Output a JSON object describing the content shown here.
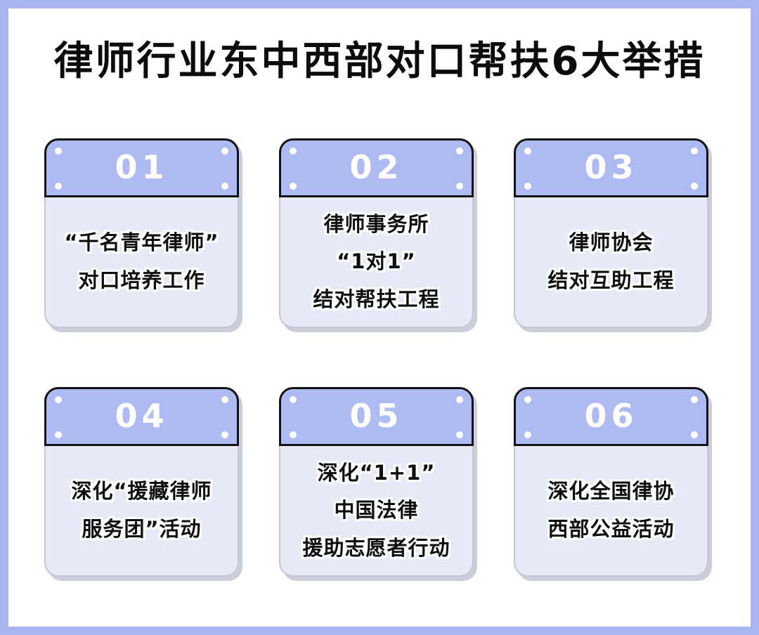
{
  "page": {
    "title": "律师行业东中西部对口帮扶6大举措"
  },
  "colors": {
    "frame_border": "#aab6f0",
    "card_header_bg": "#aebaf2",
    "card_body_bg": "#e7e9f7",
    "card_header_border": "#131313",
    "card_body_border": "#c5c6d4",
    "card_shadow": "#cbcdda",
    "number_color": "#ffffff",
    "text_color": "#0e0e0e"
  },
  "cards": [
    {
      "number": "01",
      "lines": [
        "“千名青年律师”",
        "对口培养工作"
      ]
    },
    {
      "number": "02",
      "lines": [
        "律师事务所",
        "“1对1”",
        "结对帮扶工程"
      ]
    },
    {
      "number": "03",
      "lines": [
        "律师协会",
        "结对互助工程"
      ]
    },
    {
      "number": "04",
      "lines": [
        "深化“援藏律师",
        "服务团”活动"
      ]
    },
    {
      "number": "05",
      "lines": [
        "深化“1+1”",
        "中国法律",
        "援助志愿者行动"
      ]
    },
    {
      "number": "06",
      "lines": [
        "深化全国律协",
        "西部公益活动"
      ]
    }
  ]
}
